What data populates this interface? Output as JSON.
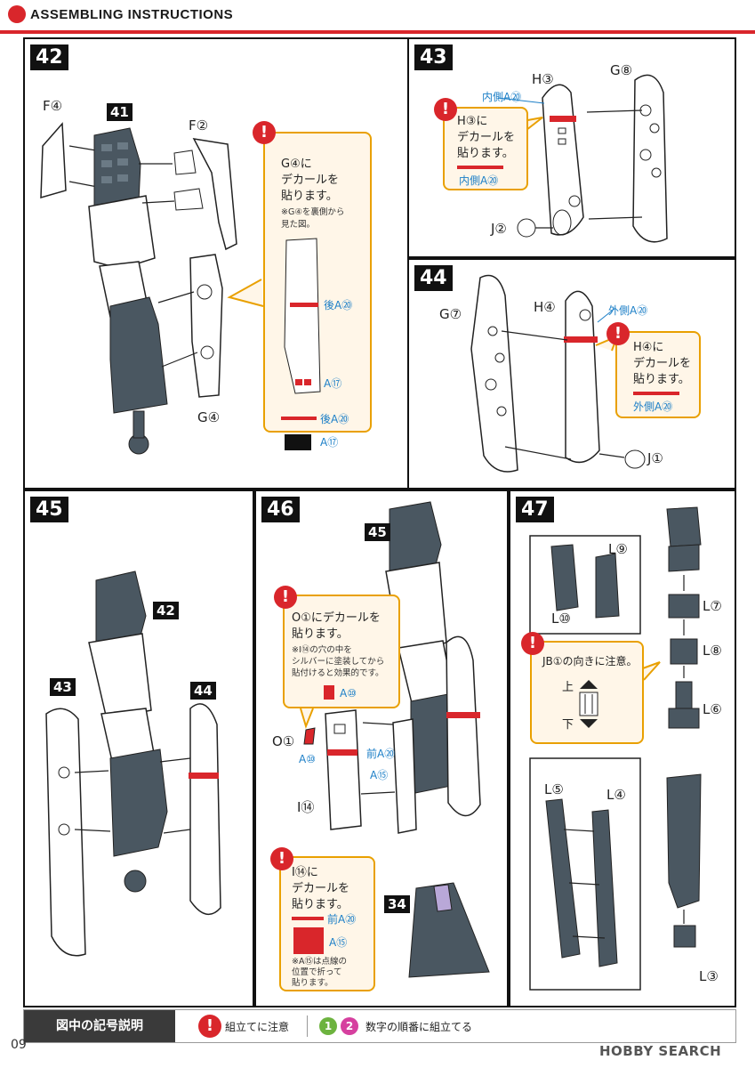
{
  "header": {
    "title": "ASSEMBLING INSTRUCTIONS"
  },
  "steps": {
    "s42": {
      "num": "42",
      "ref41": "41",
      "f4": "F④",
      "f2": "F②",
      "g4": "G④",
      "callout_title_1": "G④に",
      "callout_title_2": "デカールを",
      "callout_title_3": "貼ります。",
      "callout_note_1": "※G④を裏側から",
      "callout_note_2": "見た図。",
      "a20_back": "後A⑳",
      "a17": "A⑰",
      "a20_back_2": "後A⑳",
      "a17_2": "A⑰"
    },
    "s43": {
      "num": "43",
      "h3": "H③",
      "g8": "G⑧",
      "j2": "J②",
      "inner_a20": "内側A⑳",
      "callout_1": "H③に",
      "callout_2": "デカールを",
      "callout_3": "貼ります。",
      "inner_a20_2": "内側A⑳"
    },
    "s44": {
      "num": "44",
      "g7": "G⑦",
      "h4": "H④",
      "j1": "J①",
      "outer_a20": "外側A⑳",
      "callout_1": "H④に",
      "callout_2": "デカールを",
      "callout_3": "貼ります。",
      "outer_a20_2": "外側A⑳"
    },
    "s45": {
      "num": "45",
      "ref42": "42",
      "ref43": "43",
      "ref44": "44"
    },
    "s46": {
      "num": "46",
      "ref45": "45",
      "ref34": "34",
      "o1": "O①",
      "i14": "I⑭",
      "a10": "A⑩",
      "a20_front": "前A⑳",
      "a15": "A⑮",
      "callout1_1": "O①にデカールを",
      "callout1_2": "貼ります。",
      "callout1_note_1": "※I⑭の穴の中を",
      "callout1_note_2": "シルバーに塗装してから",
      "callout1_note_3": "貼付けると効果的です。",
      "callout1_a10": "A⑩",
      "callout2_1": "I⑭に",
      "callout2_2": "デカールを",
      "callout2_3": "貼ります。",
      "callout2_a20": "前A⑳",
      "callout2_a15": "A⑮",
      "callout2_note_1": "※A⑮は点線の",
      "callout2_note_2": "位置で折って",
      "callout2_note_3": "貼ります。"
    },
    "s47": {
      "num": "47",
      "l9": "L⑨",
      "l10": "L⑩",
      "l7": "L⑦",
      "l8": "L⑧",
      "l6": "L⑥",
      "l5": "L⑤",
      "l4": "L④",
      "l3": "L③",
      "callout_1": "JB①の向きに注意。",
      "up": "上",
      "down": "下"
    }
  },
  "footer": {
    "title": "図中の記号説明",
    "warn_text": "組立てに注意",
    "order_text": "数字の順番に組立てる",
    "n1": "1",
    "n2": "2",
    "warn_glyph": "!"
  },
  "page": {
    "number": "09"
  },
  "watermark": {
    "text": "HOBBY SEARCH"
  },
  "colors": {
    "accent": "#d9262b",
    "callout_border": "#e9a000",
    "callout_bg": "#fff6e8",
    "part_dark": "#4a5761",
    "blue_label": "#1c7fc7",
    "green": "#6db33f",
    "pink": "#d6409f"
  }
}
